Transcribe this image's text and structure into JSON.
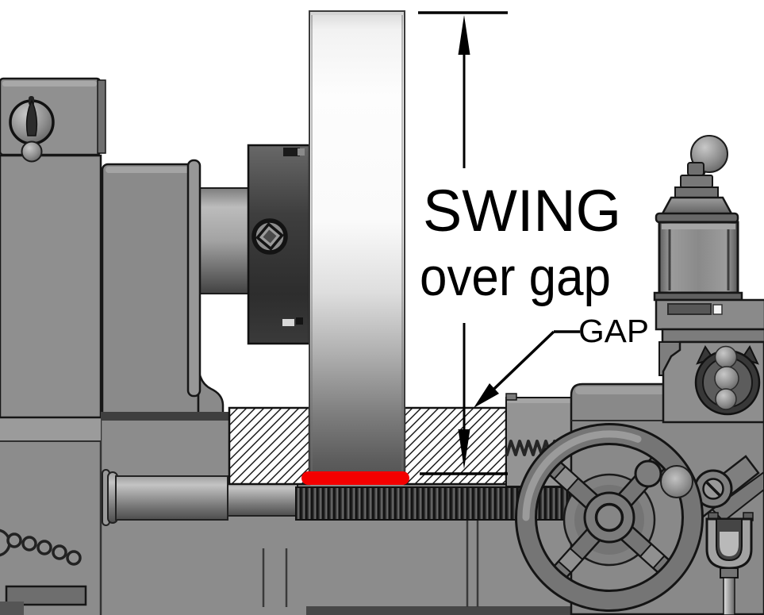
{
  "figure": {
    "title_label": "SWING",
    "subtitle_label": "over gap",
    "gap_label": "GAP",
    "colors": {
      "background": "#ffffff",
      "machine_gray": "#8c8c8c",
      "outline": "#161616",
      "highlight_red": "#f40000",
      "hatch_line": "#111111",
      "annotation": "#000000"
    },
    "parts": [
      "headstock",
      "power-toggle-switch",
      "spindle",
      "chuck-backplate",
      "square-drive-socket",
      "faceplate-disc",
      "gap-bed-hatched-block",
      "red-gap-floor-highlight",
      "lead-screw",
      "bed-base",
      "carriage-saddle",
      "feed-rack",
      "carriage-handwheel",
      "handwheel-knob",
      "tool-post",
      "ball-lever",
      "cross-feed-ball-handle",
      "lever-arm",
      "clevis-fork",
      "swing-dimension-arrows",
      "gap-leader-arrow"
    ]
  }
}
